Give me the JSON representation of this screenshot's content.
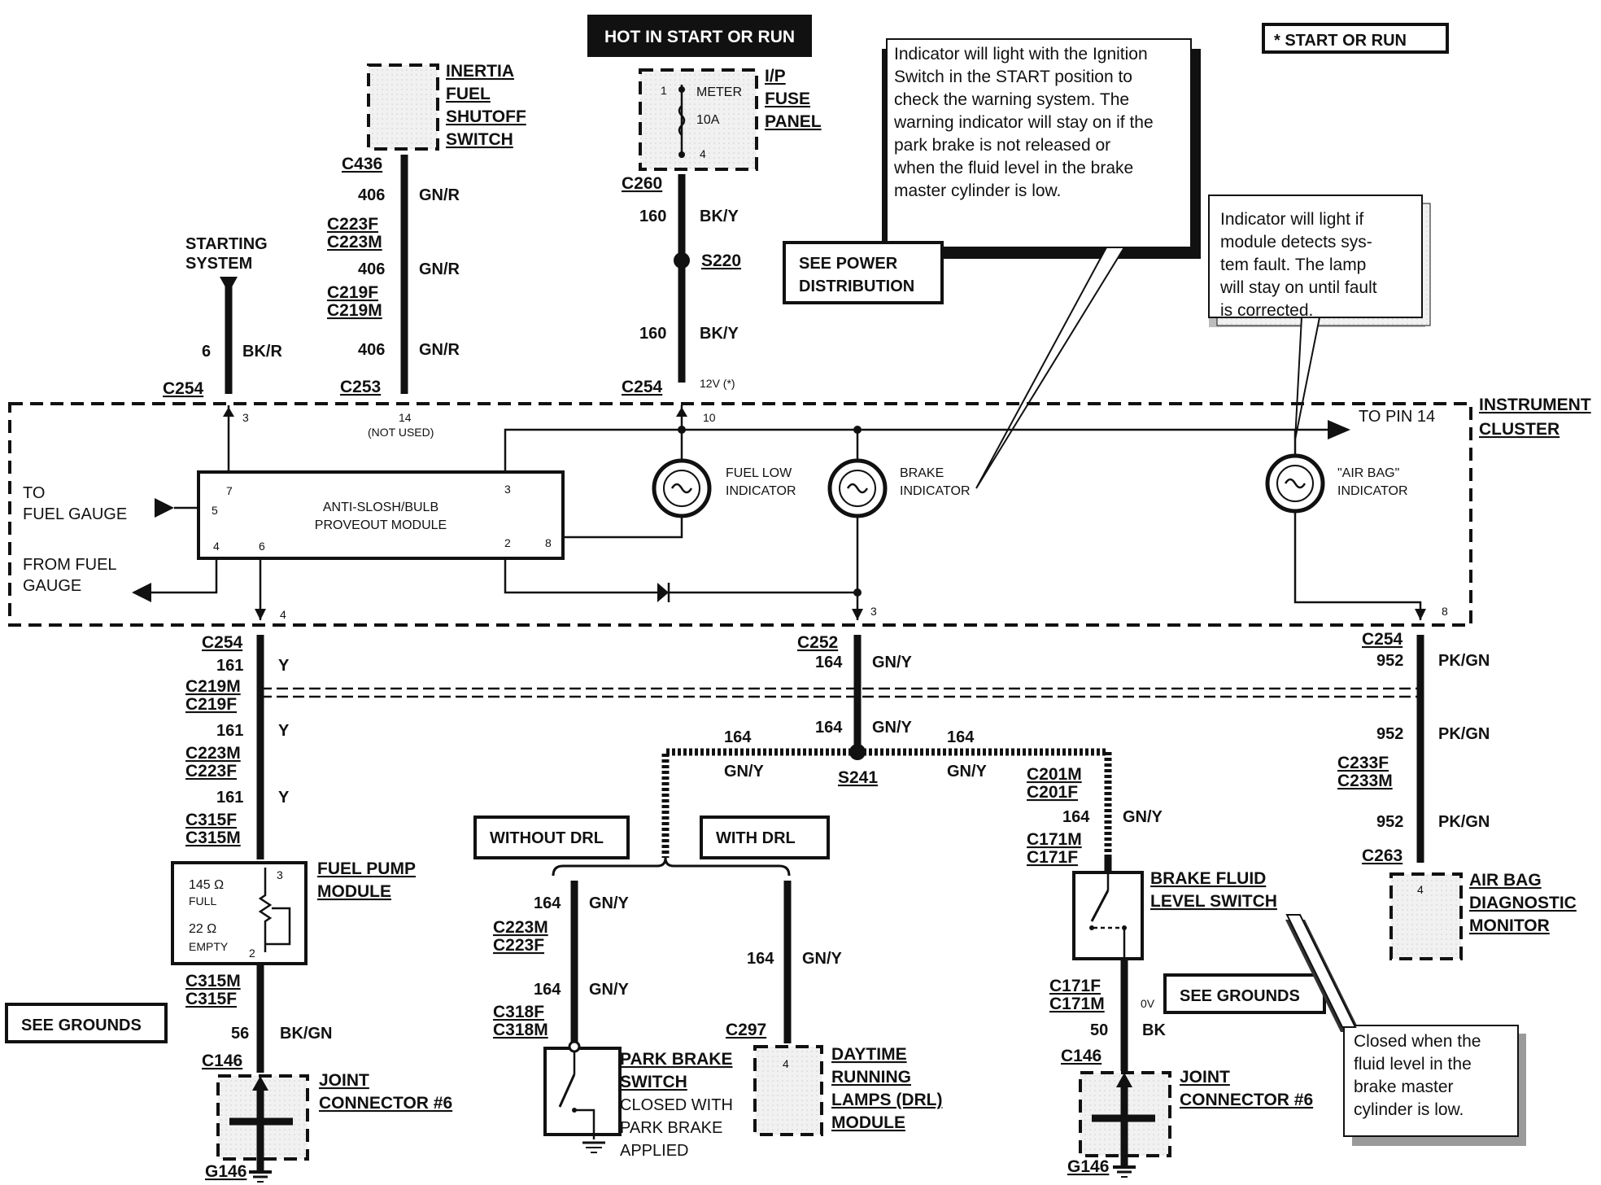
{
  "header": {
    "hot_label": "HOT IN START OR RUN",
    "legend": "*  START OR RUN"
  },
  "fuse_panel": {
    "title_lines": [
      "I/P",
      "FUSE",
      "PANEL"
    ],
    "pin_in": "1",
    "meter": "METER",
    "rating": "10A",
    "pin_out": "4",
    "connector": "C260"
  },
  "inertia_switch": {
    "title_lines": [
      "INERTIA",
      "FUEL",
      "SHUTOFF",
      "SWITCH"
    ]
  },
  "starting_system": {
    "lines": [
      "STARTING",
      "SYSTEM"
    ]
  },
  "notes": {
    "note1": [
      "Indicator will light with the Ignition",
      "Switch in the START position to",
      "check the warning system.  The",
      "warning indicator will stay on if the",
      "park brake is not released or",
      "when the fluid level in the brake",
      "master cylinder is low."
    ],
    "note2": [
      "Indicator will light if",
      "module detects sys-",
      "tem fault.  The lamp",
      "will stay on until fault",
      "is corrected."
    ],
    "note3": [
      "Closed when the",
      "fluid level in the",
      "brake     master",
      "cylinder is low."
    ]
  },
  "refs": {
    "see_power": [
      "SEE POWER",
      "DISTRIBUTION"
    ],
    "see_grounds": "SEE GROUNDS",
    "without_drl": "WITHOUT DRL",
    "with_drl": "WITH DRL"
  },
  "cluster": {
    "title_lines": [
      "INSTRUMENT",
      "CLUSTER"
    ],
    "to_pin": "TO PIN 14",
    "module_lines": [
      "ANTI-SLOSH/BULB",
      "PROVEOUT MODULE"
    ],
    "to_fuel_gauge": [
      "TO",
      "FUEL GAUGE"
    ],
    "from_fuel_gauge": [
      "FROM FUEL",
      "GAUGE"
    ],
    "fuel_low": [
      "FUEL LOW",
      "INDICATOR"
    ],
    "brake": [
      "BRAKE",
      "INDICATOR"
    ],
    "airbag": [
      "\"AIR BAG\"",
      "INDICATOR"
    ],
    "pin14_not_used": [
      "14",
      "(NOT USED)"
    ],
    "voltage": "12V (*)",
    "pins": {
      "p3": "3",
      "p10": "10",
      "p7": "7",
      "p5": "5",
      "p4": "4",
      "p6": "6",
      "p2": "2",
      "p8": "8",
      "p3b": "3",
      "p4b": "4",
      "p3c": "3",
      "p8b": "8"
    }
  },
  "circuits": {
    "c406": "406",
    "gnr": "GN/R",
    "c160": "160",
    "bky": "BK/Y",
    "c6": "6",
    "bkr": "BK/R",
    "c161": "161",
    "y": "Y",
    "c164": "164",
    "gny": "GN/Y",
    "c952": "952",
    "pkgn": "PK/GN",
    "c56": "56",
    "bkgn": "BK/GN",
    "c50": "50",
    "bk": "BK",
    "ov": "0V"
  },
  "connectors": {
    "c436": "C436",
    "c223f": "C223F",
    "c223m": "C223M",
    "c219f": "C219F",
    "c219m": "C219M",
    "c253": "C253",
    "c254": "C254",
    "c252": "C252",
    "c233f": "C233F",
    "c233m": "C233M",
    "c263": "C263",
    "c315f": "C315F",
    "c315m": "C315M",
    "c146": "C146",
    "g146": "G146",
    "c318f": "C318F",
    "c318m": "C318M",
    "c297": "C297",
    "c201m": "C201M",
    "c201f": "C201F",
    "c171m": "C171M",
    "c171f": "C171F",
    "s220": "S220",
    "s241": "S241"
  },
  "components": {
    "fuel_pump": [
      "FUEL PUMP",
      "MODULE"
    ],
    "fp_full": "145 Ω",
    "fp_full_lbl": "FULL",
    "fp_empty": "22 Ω",
    "fp_empty_lbl": "EMPTY",
    "fp_pin3": "3",
    "fp_pin2": "2",
    "joint": [
      "JOINT",
      "CONNECTOR #6"
    ],
    "park_brake": [
      "PARK BRAKE",
      "SWITCH"
    ],
    "park_brake_desc": [
      "CLOSED WITH",
      "PARK BRAKE",
      "APPLIED"
    ],
    "drl": [
      "DAYTIME",
      "RUNNING",
      "LAMPS (DRL)",
      "MODULE"
    ],
    "drl_pin": "4",
    "brake_fluid": [
      "BRAKE FLUID",
      "LEVEL SWITCH"
    ],
    "airbag_mon": [
      "AIR BAG",
      "DIAGNOSTIC",
      "MONITOR"
    ],
    "airbag_pin": "4"
  }
}
